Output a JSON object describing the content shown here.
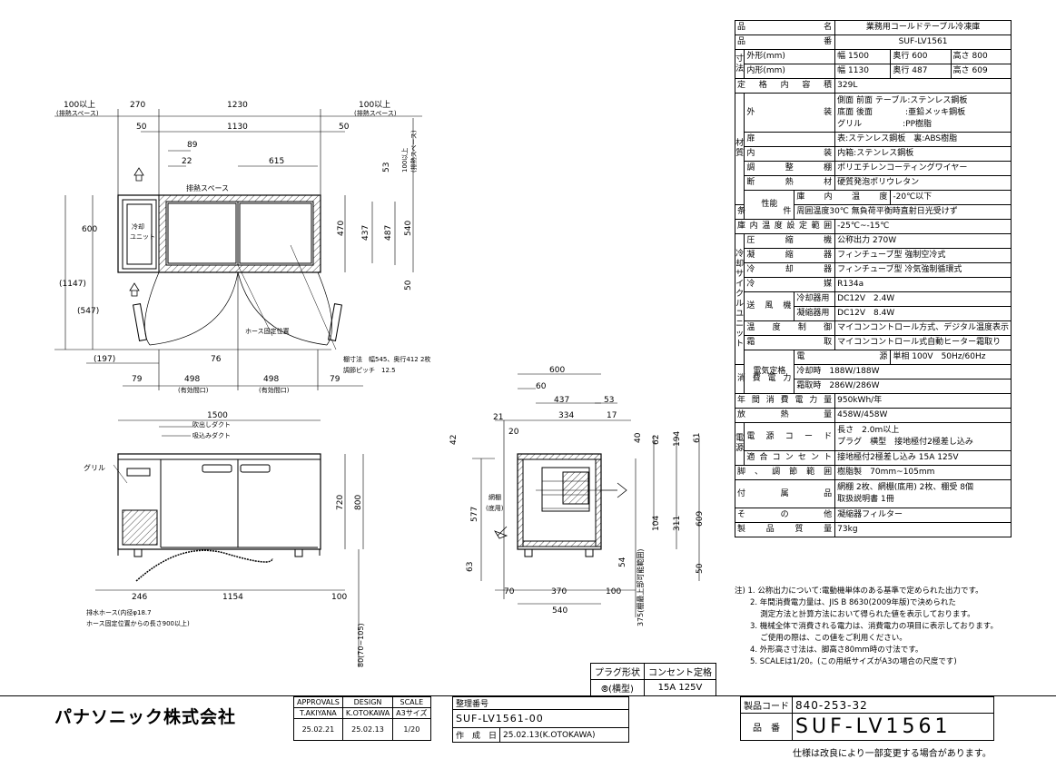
{
  "spec": {
    "name_label": "品　　　　名",
    "name_value": "業務用コールドテーブル冷凍庫",
    "model_label": "品　　　　番",
    "model_value": "SUF-LV1561",
    "dim_group": "寸法",
    "outer_label": "外形(mm)",
    "outer_w": "幅 1500",
    "outer_d": "奥行 600",
    "outer_h": "高さ 800",
    "inner_label": "内形(mm)",
    "inner_w": "幅 1130",
    "inner_d": "奥行 487",
    "inner_h": "高さ 609",
    "capacity_label": "定格内容積",
    "capacity_value": "329L",
    "mat_group": "材質",
    "exterior_label": "外　　　装",
    "exterior_l1": "側面 前面 テーブル:ステンレス鋼板",
    "exterior_l2": "底面 後面　　　　:亜鉛メッキ鋼板",
    "exterior_l3": "グリル　　　　　:PP樹脂",
    "door_label": "扉",
    "door_value": "表:ステンレス鋼板　裏:ABS樹脂",
    "interior_label": "内　　　装",
    "interior_value": "内箱:ステンレス鋼板",
    "shelf_label": "調　整　棚",
    "shelf_value": "ポリエチレンコーティングワイヤー",
    "insul_label": "断　熱　材",
    "insul_value": "硬質発泡ポリウレタン",
    "perf_group": "性能",
    "temp_label": "庫内温度",
    "temp_value": "-20℃以下",
    "cond_label": "条　　　件",
    "cond_value": "周囲温度30℃ 無負荷平衡時直射日光受けず",
    "range_label": "庫内温度設定範囲",
    "range_value": "-25℃~-15℃",
    "cool_group": "冷却サイクルユニット",
    "comp_label": "圧　縮　機",
    "comp_value": "公称出力 270W",
    "condenser_label": "凝　縮　器",
    "condenser_value": "フィンチューブ型 強制空冷式",
    "cooler_label": "冷　却　器",
    "cooler_value": "フィンチューブ型 冷気強制循環式",
    "refrig_label": "冷　　　媒",
    "refrig_value": "R134a",
    "fan_label": "送　風　機",
    "fan_sub1": "冷却器用",
    "fan_val1": "DC12V　2.4W",
    "fan_sub2": "凝縮器用",
    "fan_val2": "DC12V　8.4W",
    "ctrl_label": "温度制御",
    "ctrl_value": "マイコンコントロール方式、デジタル温度表示",
    "defrost_label": "霜　　　取",
    "defrost_value": "マイコンコントロール式自動ヒーター霜取り",
    "elec_group": "電気定格",
    "power_label": "電　　　源",
    "power_value": "単相 100V　50Hz/60Hz",
    "consume_label": "消費電力",
    "consume_v1": "冷却時　188W/188W",
    "consume_v2": "霜取時　286W/286W",
    "annual_label": "年間消費電力量",
    "annual_value": "950kWh/年",
    "heat_label": "放　熱　量",
    "heat_value": "458W/458W",
    "cord_group": "電源",
    "cord_label": "電源コード",
    "cord_v1": "長さ　2.0m以上",
    "cord_v2": "プラグ　横型　接地極付2極差し込み",
    "outlet_label": "適合コンセント",
    "outlet_value": "接地極付2極差し込み 15A 125V",
    "leg_label": "脚、調節範囲",
    "leg_value": "樹脂製　70mm~105mm",
    "acc_label": "付　属　品",
    "acc_v1": "網棚 2枚、網棚(底用) 2枚、棚受 8個",
    "acc_v2": "取扱説明書 1冊",
    "other_label": "そ　の　他",
    "other_value": "凝縮器フィルター",
    "mass_label": "製品質量",
    "mass_value": "73kg"
  },
  "notes": [
    "注) 1. 公称出力について:電動機単体のある基準で定められた出力です。",
    "　　2. 年間消費電力量は、JIS B 8630(2009年版)で決められた",
    "　　　 測定方法と計算方法において得られた値を表示しております。",
    "　　3. 機械全体で消費される電力は、消費電力の項目に表示しております。",
    "　　　 ご使用の際は、この値をご利用ください。",
    "　　4. 外形高さ寸法は、脚高さ80mm時の寸法です。",
    "　　5. SCALEは1/20。(この用紙サイズがA3の場合の尺度です)"
  ],
  "plug": {
    "h1": "プラグ形状",
    "h2": "コンセント定格",
    "v1": "(横型)",
    "v2": "15A 125V"
  },
  "title_block": {
    "company": "パナソニック株式会社",
    "approvals_label": "APPROVALS",
    "design_label": "DESIGN",
    "scale_label": "SCALE",
    "approvals_name": "T.AKIYANA",
    "design_name": "K.OTOKAWA",
    "paper": "A3サイズ",
    "approvals_date": "25.02.21",
    "design_date": "25.02.13",
    "scale_num": "1",
    "scale_den": "20",
    "drawing_no_label": "整理番号",
    "drawing_no": "SUF-LV1561-00",
    "date_label": "作　成　日",
    "date_value": "25.02.13(K.OTOKAWA)",
    "product_code_label": "製品コード",
    "product_code": "840-253-32",
    "part_label": "品　番",
    "part_value": "SUF-LV1561",
    "footnote": "仕様は改良により一部変更する場合があります。"
  },
  "drawing": {
    "top": {
      "d100a": "100以上",
      "d100a_sub": "(排熱スペース)",
      "d270": "270",
      "d1230": "1230",
      "d100b": "100以上",
      "d100b_sub": "(排熱スペース)",
      "d50a": "50",
      "d1130": "1130",
      "d50b": "50",
      "d89": "89",
      "d22": "22",
      "d615": "615",
      "d53": "53",
      "d100c": "100以上",
      "d100c_sub": "(排熱スペース)",
      "exhaust": "排熱スペース",
      "unit1": "冷却",
      "unit2": "ユニット",
      "d600": "600",
      "d470": "470",
      "d437": "437",
      "d487": "487",
      "d540": "540",
      "d50c": "50",
      "d1147": "(1147)",
      "d547": "(547)",
      "d197": "(197)",
      "d76": "76",
      "hose_pos": "ホース固定位置",
      "shelf_note1": "棚寸法　幅545、奥行412 2枚",
      "shelf_note2": "調節ピッチ　12.5",
      "d79a": "79",
      "d498a": "498",
      "open_a": "(有効間口)",
      "d498b": "498",
      "open_b": "(有効間口)",
      "d79b": "79"
    },
    "front": {
      "d1500": "1500",
      "blow": "吹出しダクト",
      "suck": "吸込みダクト",
      "grill": "グリル",
      "d720": "720",
      "d800": "800",
      "d246": "246",
      "d1154": "1154",
      "d100": "100",
      "hose1": "排水ホース(内径φ18.7",
      "hose2": "ホース固定位置からの長さ900以上)",
      "d80": "80(70~105)"
    },
    "side": {
      "d600": "600",
      "d60": "60",
      "d437": "437",
      "d53": "53",
      "d21": "21",
      "d334": "334",
      "d17": "17",
      "d20": "20",
      "d42": "42",
      "d40": "40",
      "d62": "62",
      "d194": "194",
      "d61": "61",
      "netshelf1": "網棚",
      "netshelf2": "(底用)",
      "d577": "577",
      "d104": "104",
      "d311": "311",
      "d609": "609",
      "d63": "63",
      "d54": "54",
      "d50": "50",
      "d70": "70",
      "d370": "370",
      "d100": "100",
      "d540": "540",
      "d375": "375(棚最上部可能範囲)"
    }
  }
}
